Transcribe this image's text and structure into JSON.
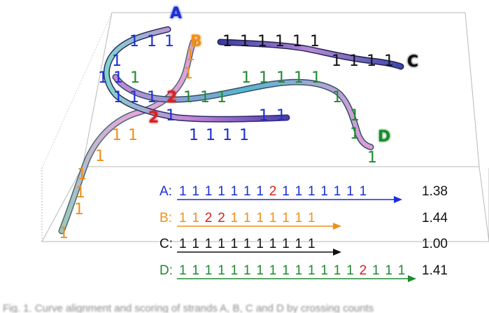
{
  "colors": {
    "A": "#1a2fd6",
    "B": "#f0901c",
    "C": "#111111",
    "D": "#1f8a2e",
    "highlight": "#d42020"
  },
  "strand_labels": [
    "A",
    "B",
    "C",
    "D"
  ],
  "strand_annotations": {
    "A": [
      "1",
      "1",
      "1",
      "1",
      "1",
      "1",
      "1",
      "1",
      "1",
      "1",
      "1",
      "1",
      "1",
      "1",
      "1",
      "1",
      "1"
    ],
    "B": [
      "1",
      "1",
      "1",
      "1",
      "1",
      "1",
      "1",
      "1",
      "1",
      "1"
    ],
    "C": [
      "1",
      "1",
      "1",
      "1",
      "1",
      "1",
      "1",
      "1",
      "1",
      "1"
    ],
    "D": [
      "1",
      "1",
      "1",
      "1",
      "1",
      "1",
      "1",
      "1",
      "1",
      "1",
      "1",
      "1",
      "1",
      "1",
      "1",
      "1"
    ],
    "crossings": [
      "2",
      "2"
    ]
  },
  "sequences": [
    {
      "name": "A",
      "prefix": "A:",
      "digits": [
        "1",
        "1",
        "1",
        "1",
        "1",
        "1",
        "1",
        "2",
        "1",
        "1",
        "1",
        "1",
        "1",
        "1",
        "1"
      ],
      "value": "1.38"
    },
    {
      "name": "B",
      "prefix": "B:",
      "digits": [
        "1",
        "1",
        "2",
        "2",
        "1",
        "1",
        "1",
        "1",
        "1",
        "1",
        "1"
      ],
      "value": "1.44"
    },
    {
      "name": "C",
      "prefix": "C:",
      "digits": [
        "1",
        "1",
        "1",
        "1",
        "1",
        "1",
        "1",
        "1",
        "1",
        "1",
        "1"
      ],
      "value": "1.00"
    },
    {
      "name": "D",
      "prefix": "D:",
      "digits": [
        "1",
        "1",
        "1",
        "1",
        "1",
        "1",
        "1",
        "1",
        "1",
        "1",
        "1",
        "1",
        "1",
        "1",
        "2",
        "1",
        "1",
        "1"
      ],
      "value": "1.41"
    }
  ],
  "caption": "Fig. 1. Curve alignment and scoring of strands A, B, C and D by crossing counts"
}
